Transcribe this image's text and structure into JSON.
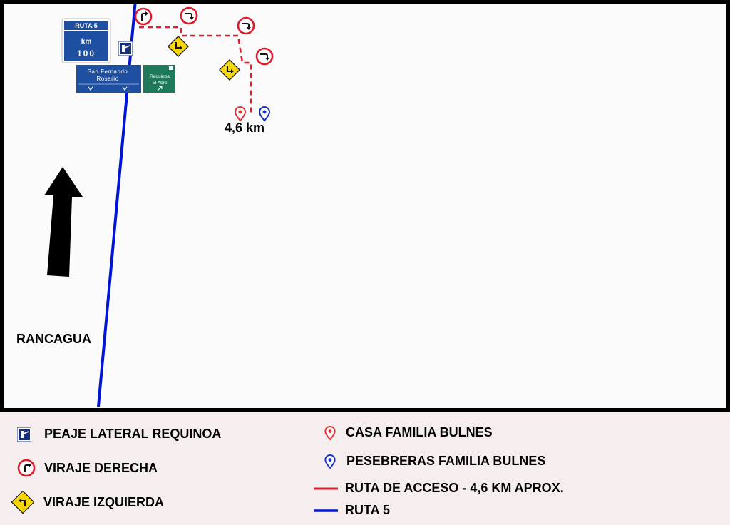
{
  "map": {
    "city_label": "RANCAGUA",
    "distance_label": "4,6 km",
    "route_sign": {
      "route_label": "RUTA 5",
      "km_label": "km",
      "km_value": "100"
    },
    "direction_sign_left": {
      "line1": "San Fernando",
      "line2": "Rosario"
    },
    "direction_sign_right": {
      "line1": "Requinoa",
      "line2": "El Abre"
    },
    "colors": {
      "route_5": "#0015d6",
      "access_route": "#e0202e",
      "sign_blue": "#1f4fa0",
      "sign_green": "#1e7a5a",
      "warning_yellow": "#f5d60a",
      "casa_marker": "#e03030",
      "pesebreras_marker": "#1030c8"
    }
  },
  "legend": {
    "toll": "PEAJE LATERAL REQUINOA",
    "right_turn": "VIRAJE DERECHA",
    "left_turn": "VIRAJE IZQUIERDA",
    "casa": "CASA FAMILIA BULNES",
    "pesebreras": "PESEBRERAS FAMILIA BULNES",
    "access_route": "RUTA DE ACCESO - 4,6 KM APROX.",
    "route_5": "RUTA 5"
  }
}
